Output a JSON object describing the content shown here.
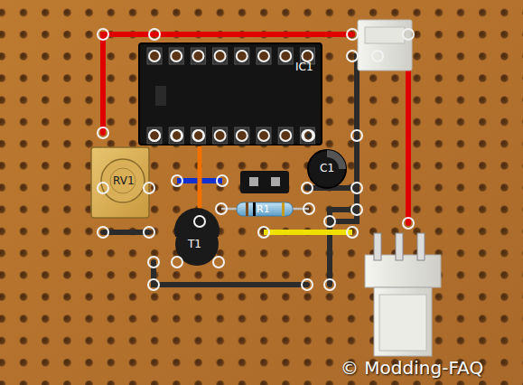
{
  "diagram": {
    "labels": [
      "IC1",
      "RV1",
      "C1",
      "R1",
      "T1",
      "© Modding-FAQ"
    ]
  }
}
